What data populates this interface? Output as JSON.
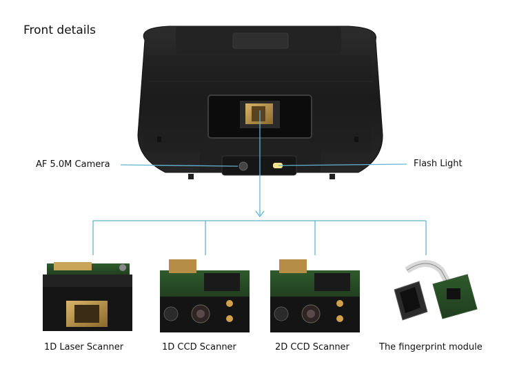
{
  "title": "Front details",
  "callouts": {
    "camera": "AF 5.0M Camera",
    "flash": "Flash Light"
  },
  "modules": [
    {
      "label": "1D Laser Scanner",
      "icon": "laser-scanner-module"
    },
    {
      "label": "1D CCD Scanner",
      "icon": "ccd-scanner-module"
    },
    {
      "label": "2D CCD Scanner",
      "icon": "ccd-scanner-module"
    },
    {
      "label": "The fingerprint module",
      "icon": "fingerprint-module"
    }
  ],
  "colors": {
    "connector_line": "#5fb4d3",
    "device_body": "#1e1e1e"
  }
}
